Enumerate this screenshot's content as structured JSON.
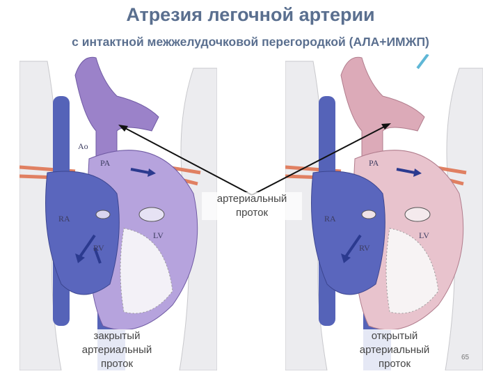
{
  "slide": {
    "title": "Атрезия легочной артерии",
    "subtitle": "с интактной межжелудочковой перегородкой (АЛА+ИМЖП)",
    "page_number": "65"
  },
  "center_label": {
    "line1": "артериальный",
    "line2": "проток"
  },
  "left_panel": {
    "caption": {
      "line1": "закрытый",
      "line2": "артериальный",
      "line3": "проток"
    },
    "anatomy_labels": {
      "ao": "Ao",
      "pa": "PA",
      "ra": "RA",
      "rv": "RV",
      "lv": "LV"
    },
    "colors": {
      "left_heart": "#9b82c9",
      "right_heart": "#5563b8"
    }
  },
  "right_panel": {
    "caption": {
      "line1": "открытый",
      "line2": "артериальный",
      "line3": "проток"
    },
    "anatomy_labels": {
      "pa": "PA",
      "ra": "RA",
      "rv": "RV",
      "lv": "LV"
    },
    "colors": {
      "left_heart": "#dcaab8",
      "right_heart": "#5563b8"
    }
  }
}
